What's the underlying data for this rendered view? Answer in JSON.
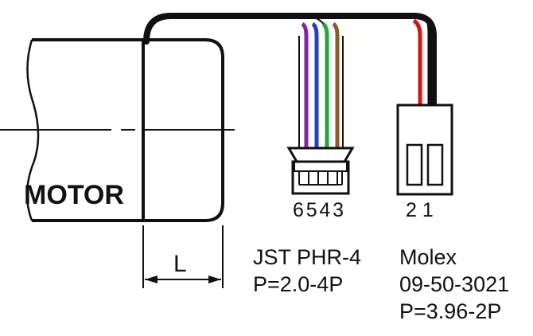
{
  "motor": {
    "label": "MOTOR",
    "dimension_label": "L"
  },
  "jst": {
    "pin_numbers": "6543",
    "name": "JST PHR-4",
    "pitch": "P=2.0-4P",
    "wire_colors": [
      "#8a1fa8",
      "#1f3fcf",
      "#1fa83a",
      "#8a5a2b"
    ]
  },
  "molex": {
    "pin_numbers": "2 1",
    "name": "Molex",
    "part_number": "09-50-3021",
    "pitch": "P=3.96-2P",
    "wire_colors": [
      "#e01010",
      "#111111"
    ]
  }
}
